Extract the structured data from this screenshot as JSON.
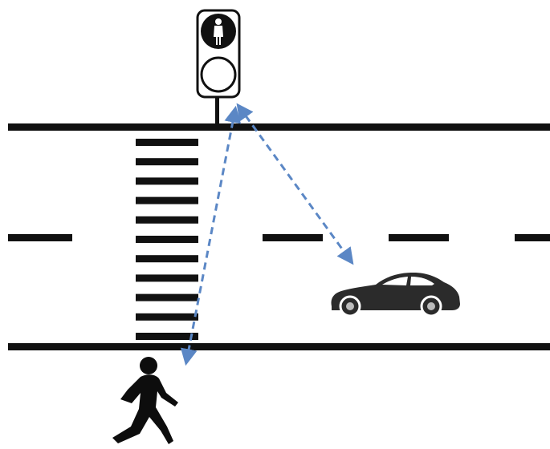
{
  "scene": {
    "background_color": "#ffffff",
    "road_color": "#111111",
    "arrow_color": "#5b87c5",
    "car_color": "#2b2b2b",
    "pedestrian_color": "#0d0d0d"
  },
  "traffic_light": {
    "icon": "pedestrian-walk-signal-icon",
    "top_lamp": "pedestrian-figure-lit",
    "bottom_lamp": "unlit"
  },
  "elements": [
    "pedestrian-traffic-light",
    "zebra-crosswalk",
    "road-edge-top",
    "road-edge-bottom",
    "lane-center-dashed-line",
    "car",
    "walking-pedestrian",
    "light-to-pedestrian-arrow",
    "light-to-car-arrow"
  ],
  "arrows": [
    {
      "from": "traffic-light",
      "to": "pedestrian",
      "style": "dashed-double-headed"
    },
    {
      "from": "traffic-light",
      "to": "car",
      "style": "dashed-double-headed"
    }
  ]
}
